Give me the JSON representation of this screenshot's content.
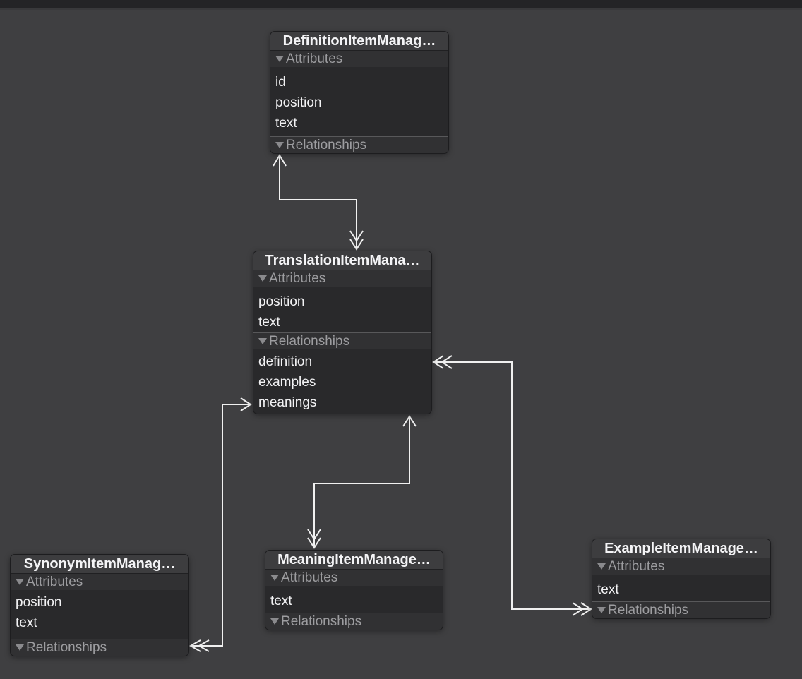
{
  "canvas": {
    "background_color": "#3f3f41",
    "top_strip_color": "#242426",
    "box_body_color": "#29292b",
    "box_title_color": "#3d3d3f",
    "section_header_color": "#313133",
    "line_color": "#f0f0f0"
  },
  "section_labels": {
    "attributes": "Attributes",
    "relationships": "Relationships"
  },
  "entities": [
    {
      "id": "definition",
      "title": "DefinitionItemManag…",
      "attributes": [
        "id",
        "position",
        "text"
      ],
      "relationships": []
    },
    {
      "id": "translation",
      "title": "TranslationItemMana…",
      "attributes": [
        "position",
        "text"
      ],
      "relationships": [
        "definition",
        "examples",
        "meanings"
      ]
    },
    {
      "id": "synonym",
      "title": "SynonymItemManag…",
      "attributes": [
        "position",
        "text"
      ],
      "relationships": []
    },
    {
      "id": "meaning",
      "title": "MeaningItemManage…",
      "attributes": [
        "text"
      ],
      "relationships": []
    },
    {
      "id": "example",
      "title": "ExampleItemManage…",
      "attributes": [
        "text"
      ],
      "relationships": []
    }
  ],
  "connections": [
    {
      "from": "definition",
      "to": "translation",
      "from_arrowhead": "single",
      "to_arrowhead": "double"
    },
    {
      "from": "translation",
      "to": "example",
      "from_arrowhead": "double",
      "to_arrowhead": "double"
    },
    {
      "from": "translation",
      "to": "meaning",
      "from_arrowhead": "single",
      "to_arrowhead": "double"
    },
    {
      "from": "translation",
      "to": "synonym",
      "from_arrowhead": "single",
      "to_arrowhead": "double"
    }
  ]
}
